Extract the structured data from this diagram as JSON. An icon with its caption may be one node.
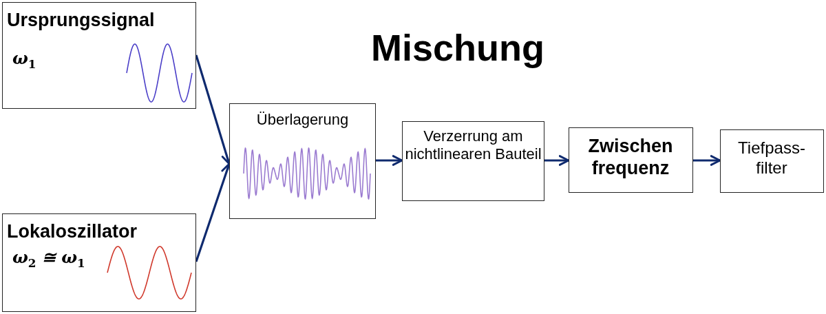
{
  "diagram": {
    "title": "Mischung",
    "nodes": [
      {
        "text": [
          "Ursprungssignal",
          "ω$_{1}$"
        ]
      },
      {
        "text": [
          "Lokaloszillator",
          "ω$_{2}$ ≅ ω$_{1}$"
        ]
      },
      {
        "text": [
          "Überlagerung"
        ]
      },
      {
        "text": [
          "Verzerrung am nichtlinearen Bauteil"
        ]
      },
      {
        "text": [
          "Zwischen frequenz"
        ]
      },
      {
        "text": [
          "Tiefpass- filter"
        ]
      }
    ],
    "edges": [
      {
        "from": 0,
        "to": 2,
        "arrow": "to"
      },
      {
        "from": 1,
        "to": 2,
        "arrow": "to"
      },
      {
        "from": 2,
        "to": 3,
        "arrow": "to"
      },
      {
        "from": 3,
        "to": 4,
        "arrow": "to"
      },
      {
        "from": 4,
        "to": 5,
        "arrow": "to"
      }
    ]
  }
}
